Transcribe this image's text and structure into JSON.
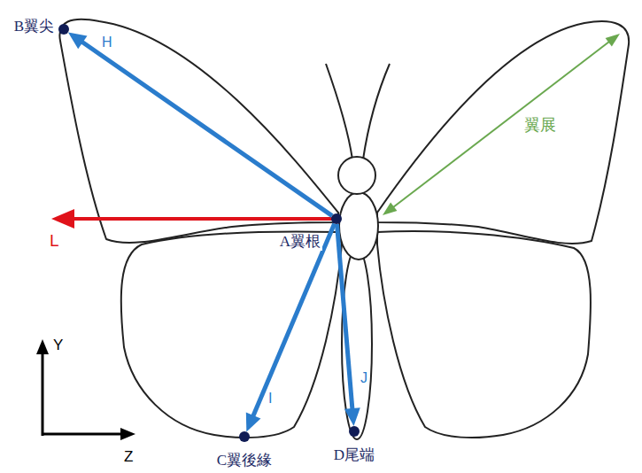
{
  "diagram": {
    "nodes": [
      {
        "text": [
          "B翼尖"
        ]
      },
      {
        "text": [
          "A翼根"
        ]
      },
      {
        "text": [
          "C翼後緣"
        ]
      },
      {
        "text": [
          "D尾端"
        ]
      }
    ],
    "edges": [
      {
        "from": 1,
        "to": 0,
        "arrow": "to",
        "label": "H"
      },
      {
        "from": 1,
        "to": 2,
        "arrow": "to",
        "label": "I"
      },
      {
        "from": 1,
        "to": 3,
        "arrow": "to",
        "label": "J"
      }
    ],
    "labels": [
      "L",
      "翼展",
      "Y",
      "Z"
    ]
  }
}
